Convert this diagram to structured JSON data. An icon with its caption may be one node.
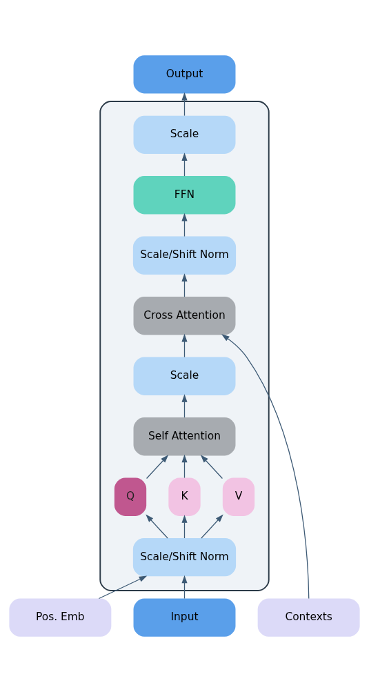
{
  "diagram": {
    "nodes": [
      {
        "text": [],
        "shape": "box"
      },
      {
        "text": [
          "Output"
        ]
      },
      {
        "text": [
          "Scale"
        ],
        "in": 0
      },
      {
        "text": [
          "FFN"
        ],
        "in": 0
      },
      {
        "text": [
          "Scale/Shift Norm"
        ],
        "in": 0
      },
      {
        "text": [
          "Cross Attention"
        ],
        "in": 0
      },
      {
        "text": [
          "Contexts"
        ]
      },
      {
        "text": [
          "Scale"
        ],
        "in": 0
      },
      {
        "text": [
          "Self Attention"
        ],
        "in": 0
      },
      {
        "text": [
          "Q"
        ],
        "in": 0
      },
      {
        "text": [
          "K"
        ],
        "in": 0
      },
      {
        "text": [
          "V"
        ],
        "in": 0
      },
      {
        "text": [
          "Scale/Shift Norm"
        ],
        "in": 0
      },
      {
        "text": [
          "Pos. Emb"
        ]
      },
      {
        "text": [
          "Input"
        ]
      }
    ],
    "edges": [
      {
        "from": 14,
        "to": 12,
        "arrow": "to"
      },
      {
        "from": 13,
        "to": 12,
        "arrow": "to"
      },
      {
        "from": 12,
        "to": 9,
        "arrow": "to"
      },
      {
        "from": 12,
        "to": 10,
        "arrow": "to"
      },
      {
        "from": 12,
        "to": 11,
        "arrow": "to"
      },
      {
        "from": 9,
        "to": 8,
        "arrow": "to"
      },
      {
        "from": 10,
        "to": 8,
        "arrow": "to"
      },
      {
        "from": 11,
        "to": 8,
        "arrow": "to"
      },
      {
        "from": 8,
        "to": 7,
        "arrow": "to"
      },
      {
        "from": 7,
        "to": 5,
        "arrow": "to"
      },
      {
        "from": 6,
        "to": 5,
        "arrow": "to"
      },
      {
        "from": 5,
        "to": 4,
        "arrow": "to"
      },
      {
        "from": 4,
        "to": 3,
        "arrow": "to"
      },
      {
        "from": 3,
        "to": 2,
        "arrow": "to"
      },
      {
        "from": 2,
        "to": 1,
        "arrow": "to"
      }
    ]
  }
}
